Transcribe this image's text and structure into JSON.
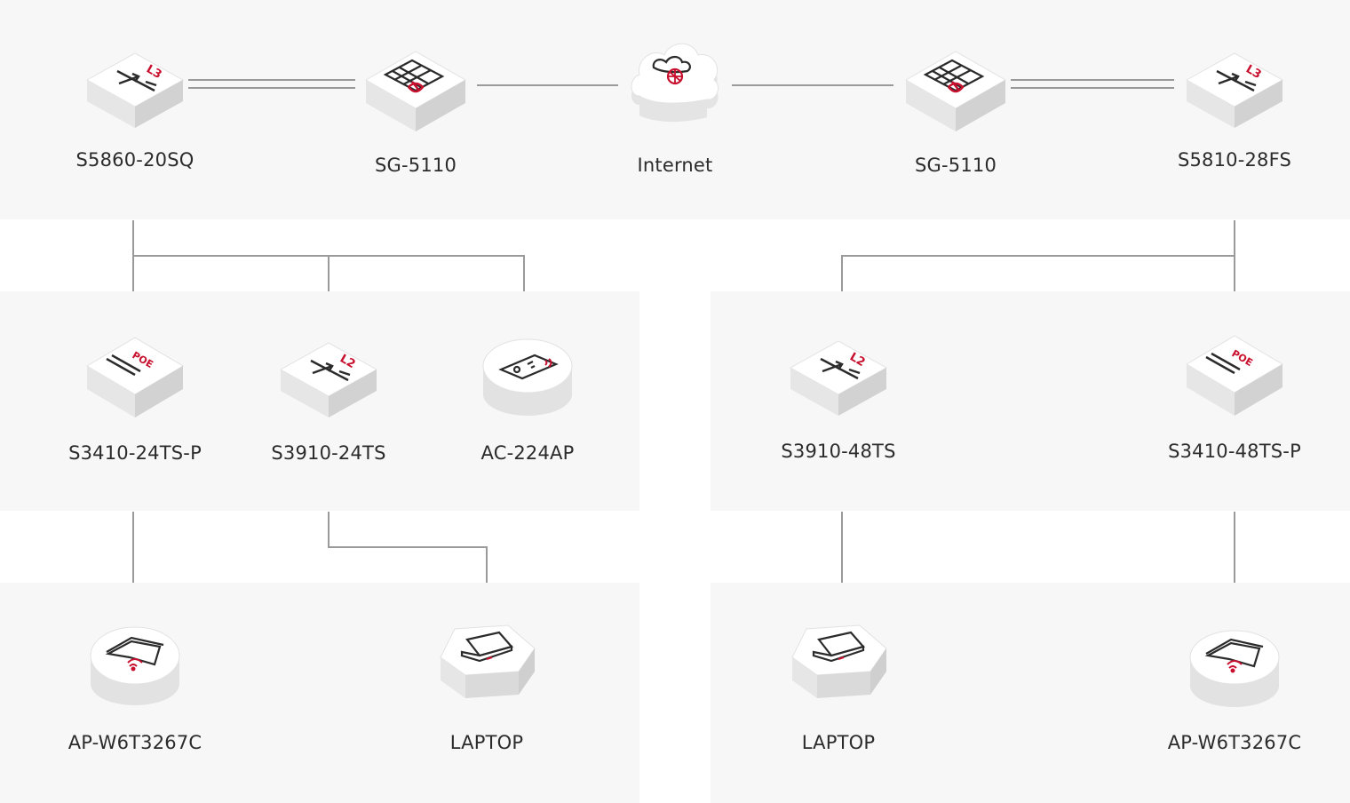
{
  "diagram": {
    "core": [
      {
        "id": "s5860",
        "label": "S5860-20SQ",
        "icon": "l3-switch-icon",
        "badge": "L3"
      },
      {
        "id": "sg1",
        "label": "SG-5110",
        "icon": "firewall-icon"
      },
      {
        "id": "internet",
        "label": "Internet",
        "icon": "cloud-icon"
      },
      {
        "id": "sg2",
        "label": "SG-5110",
        "icon": "firewall-icon"
      },
      {
        "id": "s5810",
        "label": "S5810-28FS",
        "icon": "l3-switch-icon",
        "badge": "L3"
      }
    ],
    "access_left": [
      {
        "id": "s3410a",
        "label": "S3410-24TS-P",
        "icon": "poe-switch-icon",
        "badge": "POE"
      },
      {
        "id": "s3910a",
        "label": "S3910-24TS",
        "icon": "l2-switch-icon",
        "badge": "L2"
      },
      {
        "id": "ac224",
        "label": "AC-224AP",
        "icon": "access-controller-icon"
      }
    ],
    "access_right": [
      {
        "id": "s3910b",
        "label": "S3910-48TS",
        "icon": "l2-switch-icon",
        "badge": "L2"
      },
      {
        "id": "s3410b",
        "label": "S3410-48TS-P",
        "icon": "poe-switch-icon",
        "badge": "POE"
      }
    ],
    "endpoints_left": [
      {
        "id": "ap1",
        "label": "AP-W6T3267C",
        "icon": "access-point-icon"
      },
      {
        "id": "laptop1",
        "label": "LAPTOP",
        "icon": "laptop-icon"
      }
    ],
    "endpoints_right": [
      {
        "id": "laptop2",
        "label": "LAPTOP",
        "icon": "laptop-icon"
      },
      {
        "id": "ap2",
        "label": "AP-W6T3267C",
        "icon": "access-point-icon"
      }
    ],
    "colors": {
      "panel": "#f7f7f7",
      "line": "#9a9a9a",
      "accent": "#c8102e",
      "text": "#2b2b2b"
    }
  }
}
